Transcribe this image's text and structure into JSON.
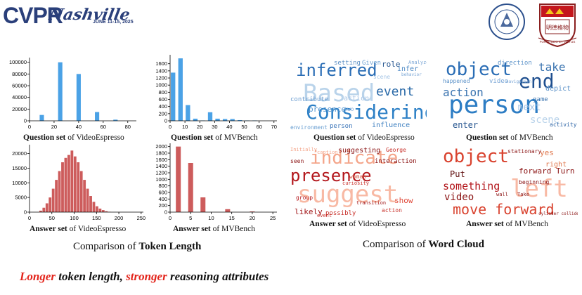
{
  "header": {
    "logo_text": "CVPR",
    "logo_script": "Nashville",
    "logo_date": "JUNE 11-15, 2025",
    "seal_right_motto": "FORTITUDO ET VIRTUS",
    "seal_right_chars": "明德格物"
  },
  "charts_section": {
    "subtitle_pre": "Comparison of ",
    "subtitle_bold": "Token Length"
  },
  "wordcloud_section": {
    "subtitle_pre": "Comparison of ",
    "subtitle_bold": "Word Cloud",
    "captions": [
      {
        "bold": "Question set",
        "rest": " of VideoEspresso"
      },
      {
        "bold": "Question set",
        "rest": " of MVBench"
      },
      {
        "bold": "Answer set",
        "rest": " of VideoEspresso"
      },
      {
        "bold": "Answer set",
        "rest": " of MVBench"
      }
    ],
    "clouds": [
      {
        "palette": "blue",
        "words": [
          {
            "t": "inferred",
            "s": 24,
            "c": "#2a6db5"
          },
          {
            "t": "Based",
            "s": 34,
            "c": "#b9d3ea"
          },
          {
            "t": "Considering",
            "s": 28,
            "c": "#2d80c6"
          },
          {
            "t": "event",
            "s": 18,
            "c": "#2b6aa8"
          },
          {
            "t": "presence",
            "s": 11,
            "c": "#4f93cf"
          },
          {
            "t": "influence",
            "s": 10,
            "c": "#3d7fc0"
          },
          {
            "t": "setting",
            "s": 9,
            "c": "#5b8fc4"
          },
          {
            "t": "role",
            "s": 11,
            "c": "#26558f"
          },
          {
            "t": "infer",
            "s": 10,
            "c": "#4d89c4"
          },
          {
            "t": "contribute",
            "s": 9,
            "c": "#6b9dd0"
          },
          {
            "t": "environment",
            "s": 8,
            "c": "#6a9fd2"
          },
          {
            "t": "person",
            "s": 9,
            "c": "#3a74b8"
          },
          {
            "t": "Given",
            "s": 9,
            "c": "#6a9fd2"
          },
          {
            "t": "Analyze",
            "s": 7,
            "c": "#7aa6d6"
          },
          {
            "t": "action",
            "s": 10,
            "c": "#a9c6e6"
          },
          {
            "t": "scene",
            "s": 8,
            "c": "#a7c6e6"
          },
          {
            "t": "two",
            "s": 8,
            "c": "#7aa6d6"
          },
          {
            "t": "behavior",
            "s": 6,
            "c": "#7aa6d6"
          }
        ]
      },
      {
        "palette": "blue",
        "words": [
          {
            "t": "object",
            "s": 26,
            "c": "#2a6db5"
          },
          {
            "t": "person",
            "s": 36,
            "c": "#2d7dc4"
          },
          {
            "t": "end",
            "s": 28,
            "c": "#1f4f8f"
          },
          {
            "t": "take",
            "s": 16,
            "c": "#3b74b0"
          },
          {
            "t": "action",
            "s": 16,
            "c": "#3b74b0"
          },
          {
            "t": "enter",
            "s": 12,
            "c": "#26558f"
          },
          {
            "t": "scene",
            "s": 14,
            "c": "#b9d3ea"
          },
          {
            "t": "direction",
            "s": 9,
            "c": "#5d93c9"
          },
          {
            "t": "depict",
            "s": 10,
            "c": "#5d93c9"
          },
          {
            "t": "game",
            "s": 9,
            "c": "#3b74b0"
          },
          {
            "t": "happened",
            "s": 8,
            "c": "#5d93c9"
          },
          {
            "t": "activity",
            "s": 8,
            "c": "#2f66a6"
          },
          {
            "t": "video",
            "s": 9,
            "c": "#7aa6d6"
          },
          {
            "t": "next",
            "s": 14,
            "c": "#a9c6e6"
          },
          {
            "t": "navigation",
            "s": 6,
            "c": "#7aa6d6"
          }
        ]
      },
      {
        "palette": "red",
        "words": [
          {
            "t": "indicate",
            "s": 26,
            "c": "#f4a58a"
          },
          {
            "t": "presence",
            "s": 24,
            "c": "#b3161b"
          },
          {
            "t": "suggest",
            "s": 34,
            "c": "#f8b9a4"
          },
          {
            "t": "suggesting",
            "s": 10,
            "c": "#8a1212"
          },
          {
            "t": "likely",
            "s": 11,
            "c": "#a11618"
          },
          {
            "t": "possibly",
            "s": 9,
            "c": "#c8302a"
          },
          {
            "t": "interaction",
            "s": 9,
            "c": "#8a1212"
          },
          {
            "t": "show",
            "s": 11,
            "c": "#e04a3a"
          },
          {
            "t": "woman",
            "s": 8,
            "c": "#d35a48"
          },
          {
            "t": "George",
            "s": 8,
            "c": "#c8302a"
          },
          {
            "t": "group",
            "s": 8,
            "c": "#b3161b"
          },
          {
            "t": "curiosity",
            "s": 7,
            "c": "#c8302a"
          },
          {
            "t": "seen",
            "s": 8,
            "c": "#8a1212"
          },
          {
            "t": "action",
            "s": 8,
            "c": "#c8302a"
          },
          {
            "t": "event",
            "s": 7,
            "c": "#c8302a"
          },
          {
            "t": "transition",
            "s": 7,
            "c": "#a11618"
          },
          {
            "t": "Initially",
            "s": 7,
            "c": "#f4a58a"
          },
          {
            "t": "caption",
            "s": 7,
            "c": "#f4a58a"
          }
        ]
      },
      {
        "palette": "red",
        "words": [
          {
            "t": "object",
            "s": 26,
            "c": "#d9432f"
          },
          {
            "t": "left",
            "s": 34,
            "c": "#f8b9a4"
          },
          {
            "t": "move forward",
            "s": 20,
            "c": "#d9432f"
          },
          {
            "t": "something",
            "s": 15,
            "c": "#b3161b"
          },
          {
            "t": "video",
            "s": 14,
            "c": "#8a1212"
          },
          {
            "t": "Put",
            "s": 12,
            "c": "#5e0c0c"
          },
          {
            "t": "forward Turn",
            "s": 11,
            "c": "#8a1212"
          },
          {
            "t": "yes",
            "s": 11,
            "c": "#e07a50"
          },
          {
            "t": "stationary",
            "s": 8,
            "c": "#8a1212"
          },
          {
            "t": "beginning",
            "s": 8,
            "c": "#8a1212"
          },
          {
            "t": "right",
            "s": 10,
            "c": "#e07a50"
          },
          {
            "t": "cylinder collide",
            "s": 6,
            "c": "#8a1212"
          },
          {
            "t": "Take",
            "s": 7,
            "c": "#8a1212"
          },
          {
            "t": "wall",
            "s": 7,
            "c": "#8a1212"
          }
        ]
      }
    ]
  },
  "bottom_statement": {
    "part1": "Longer",
    "part2": " token length, ",
    "part3": "stronger",
    "part4": " reasoning attributes"
  },
  "chart_data": [
    {
      "type": "bar",
      "caption_bold": "Question set",
      "caption_rest": " of VideoEspresso",
      "color": "#4ba2e6",
      "bin_width": 3.5,
      "x": [
        10,
        25,
        40,
        55,
        70
      ],
      "values": [
        10000,
        100000,
        80000,
        15000,
        2000
      ],
      "xlim": [
        0,
        87
      ],
      "ylim": [
        0,
        108000
      ],
      "xticks": [
        0,
        20,
        40,
        60,
        80
      ],
      "yticks": [
        0,
        20000,
        40000,
        60000,
        80000,
        100000
      ]
    },
    {
      "type": "bar",
      "caption_bold": "Question set",
      "caption_rest": " of MVBench",
      "color": "#4ba2e6",
      "bin_width": 3.0,
      "x": [
        2,
        7,
        12,
        17,
        22,
        27,
        32,
        37,
        42,
        47,
        52,
        57
      ],
      "values": [
        1350,
        1750,
        440,
        60,
        10,
        240,
        60,
        50,
        50,
        20,
        10,
        10
      ],
      "xlim": [
        0,
        72
      ],
      "ylim": [
        0,
        1850
      ],
      "xticks": [
        0,
        10,
        20,
        30,
        40,
        50,
        60,
        70
      ],
      "yticks": [
        0,
        200,
        400,
        600,
        800,
        1000,
        1200,
        1400,
        1600
      ]
    },
    {
      "type": "bar",
      "caption_bold": "Answer set",
      "caption_rest": " of VideoEspresso",
      "color": "#cd5c5c",
      "bin_width": 6.0,
      "x": [
        25,
        32,
        39,
        46,
        53,
        60,
        67,
        74,
        81,
        88,
        95,
        102,
        109,
        116,
        123,
        130,
        137,
        144,
        151,
        158,
        165,
        172,
        179
      ],
      "values": [
        500,
        1500,
        3000,
        5000,
        8000,
        11000,
        14000,
        17000,
        18500,
        19500,
        21000,
        19000,
        17000,
        14000,
        11000,
        8000,
        5500,
        3500,
        2000,
        1200,
        700,
        300,
        100
      ],
      "xlim": [
        0,
        255
      ],
      "ylim": [
        0,
        23000
      ],
      "xticks": [
        0,
        50,
        100,
        150,
        200,
        250
      ],
      "yticks": [
        0,
        5000,
        10000,
        15000,
        20000
      ]
    },
    {
      "type": "bar",
      "caption_bold": "Answer set",
      "caption_rest": " of MVBench",
      "color": "#cd5c5c",
      "bin_width": 1.2,
      "x": [
        2,
        5,
        8,
        11,
        14,
        17,
        20
      ],
      "values": [
        2000,
        1500,
        450,
        0,
        90,
        0,
        20
      ],
      "xlim": [
        0,
        26
      ],
      "ylim": [
        0,
        2100
      ],
      "xticks": [
        0,
        5,
        10,
        15,
        20,
        25
      ],
      "yticks": [
        0,
        200,
        400,
        600,
        800,
        1000,
        1200,
        1400,
        1600,
        1800,
        2000
      ]
    }
  ]
}
